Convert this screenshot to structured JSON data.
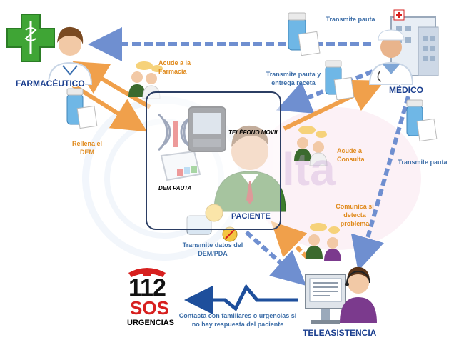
{
  "nodes": {
    "farmaceutico": "FARMACÉUTICO",
    "medico": "MÉDICO",
    "paciente": "PACIENTE",
    "teleasistencia": "TELEASISTENCIA",
    "urgencias": "URGENCIAS"
  },
  "devices": {
    "telefono": "TELÉFONO MOVIL",
    "dem": "DEM PAUTA"
  },
  "logo": {
    "number": "112",
    "sos": "SOS",
    "watermark": "lta"
  },
  "labels": {
    "transmite_pauta_top": "Transmite pauta",
    "acude_farmacia": "Acude a la Farmacia",
    "transmite_pauta_receta": "Transmite pauta y entrega receta",
    "rellena_dem": "Rellena el DEM",
    "acude_consulta": "Acude a Consulta",
    "transmite_pauta_right": "Transmite pauta",
    "comunica": "Comunica si detecta problema",
    "transmite_datos": "Transmite datos del DEM/PDA",
    "contacta": "Contacta con familiares o urgencias si no hay respuesta del paciente"
  },
  "colors": {
    "orange_arrow": "#f0a04b",
    "blue_arrow": "#6f8fd0",
    "title_blue": "#1b3f8f",
    "sos_red": "#d7201f",
    "pharmacy_green": "#3fa535"
  }
}
